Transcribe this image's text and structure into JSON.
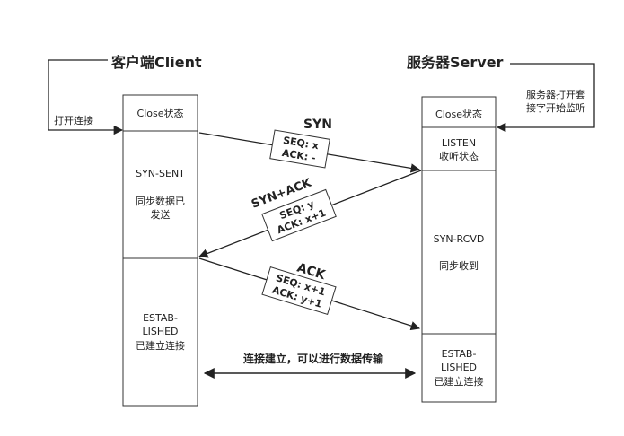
{
  "client": {
    "title": "客户端Client",
    "open_label": "打开连接",
    "states": {
      "close": "Close状态",
      "syn_sent": "SYN-SENT",
      "syn_sent_desc": [
        "同步数据已",
        "发送"
      ],
      "estab": [
        "ESTAB-",
        "LISHED"
      ],
      "estab_desc": "已建立连接"
    }
  },
  "server": {
    "title": "服务器Server",
    "open_label": [
      "服务器打开套",
      "接字开始监听"
    ],
    "states": {
      "close": "Close状态",
      "listen": "LISTEN",
      "listen_desc": "收听状态",
      "syn_rcvd": "SYN-RCVD",
      "syn_rcvd_desc": "同步收到",
      "estab": [
        "ESTAB-",
        "LISHED"
      ],
      "estab_desc": "已建立连接"
    }
  },
  "messages": [
    {
      "name": "SYN",
      "seq": "SEQ: x",
      "ack": "ACK: -"
    },
    {
      "name": "SYN+ACK",
      "seq": "SEQ: y",
      "ack": "ACK: x+1"
    },
    {
      "name": "ACK",
      "seq": "SEQ: x+1",
      "ack": "ACK: y+1"
    }
  ],
  "established_label": "连接建立，可以进行数据传输",
  "colors": {
    "line": "#222222",
    "box_border": "#333333",
    "background": "#ffffff"
  }
}
